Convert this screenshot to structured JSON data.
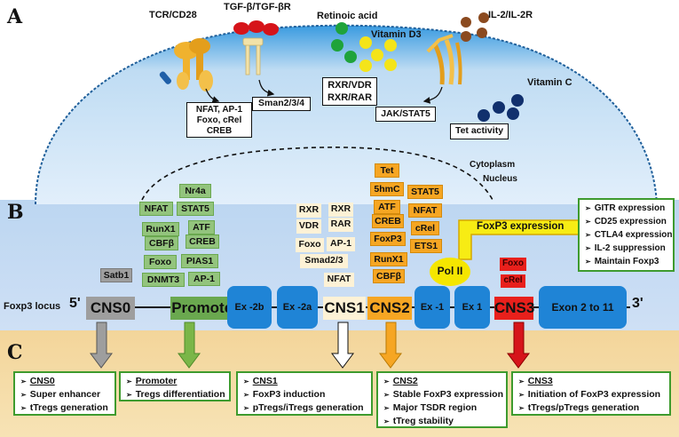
{
  "panels": {
    "a": "A",
    "b": "B",
    "c": "C"
  },
  "receptors": {
    "tcr": "TCR/CD28",
    "tgf": "TGF-β/TGF-βR",
    "ra": "Retinoic acid",
    "vitd": "Vitamin D3",
    "il2": "IL-2/IL-2R",
    "vitc": "Vitamin C"
  },
  "signals": {
    "nfat_lines": [
      "NFAT, AP-1",
      "Foxo, cRel",
      "CREB"
    ],
    "smad": "Sman2/3/4",
    "rxr_lines": [
      "RXR/VDR",
      "RXR/RAR"
    ],
    "jak": "JAK/STAT5",
    "tet": "Tet activity"
  },
  "compartments": {
    "cytoplasm": "Cytoplasm",
    "nucleus": "Nucleus"
  },
  "tf": {
    "promoter": [
      "Nr4a",
      "NFAT",
      "STAT5",
      "RunX1",
      "ATF",
      "CBFβ",
      "CREB",
      "Foxo",
      "PIAS1",
      "DNMT3",
      "AP-1"
    ],
    "cns0": "Satb1",
    "cns1": [
      "RXR",
      "RXR",
      "VDR",
      "RAR",
      "Foxo",
      "AP-1",
      "Smad2/3",
      "NFAT"
    ],
    "cns2": [
      "Tet",
      "5hmC",
      "STAT5",
      "ATF",
      "NFAT",
      "CREB",
      "cRel",
      "FoxP3",
      "ETS1",
      "RunX1",
      "CBFβ"
    ],
    "cns3": [
      "Foxo",
      "cRel"
    ],
    "polii": "Pol II"
  },
  "locus": {
    "label": "Foxp3 locus",
    "five": "5'",
    "three": "3'",
    "cns0": "CNS0",
    "promoter": "Promoter",
    "ex2b": "Ex -2b",
    "ex2a": "Ex -2a",
    "cns1": "CNS1",
    "cns2": "CNS2",
    "exm1": "Ex -1",
    "ex1": "Ex 1",
    "cns3": "CNS3",
    "exon2": "Exon 2 to 11"
  },
  "expression": {
    "arrow": "FoxP3 expression",
    "items": [
      "GITR expression",
      "CD25 expression",
      "CTLA4 expression",
      "IL-2 suppression",
      "Maintain Foxp3"
    ]
  },
  "functions": {
    "cns0": {
      "title": "CNS0",
      "items": [
        "Super enhancer",
        "tTregs generation"
      ]
    },
    "promoter": {
      "title": "Promoter",
      "items": [
        "Tregs differentiation"
      ]
    },
    "cns1": {
      "title": "CNS1",
      "items": [
        "FoxP3 induction",
        "pTregs/iTregs generation"
      ]
    },
    "cns2": {
      "title": "CNS2",
      "items": [
        "Stable FoxP3 expression",
        "Major TSDR region",
        "tTreg stability"
      ]
    },
    "cns3": {
      "title": "CNS3",
      "items": [
        "Initiation of FoxP3 expression",
        "tTregs/pTregs generation"
      ]
    }
  },
  "colors": {
    "cns0": "#9e9e9e",
    "promoter": "#6aa84f",
    "cns1": "#fdf2d6",
    "cns2": "#f6a623",
    "cns3": "#e8201c",
    "exon": "#1f84d6",
    "polii": "#f5e600"
  }
}
